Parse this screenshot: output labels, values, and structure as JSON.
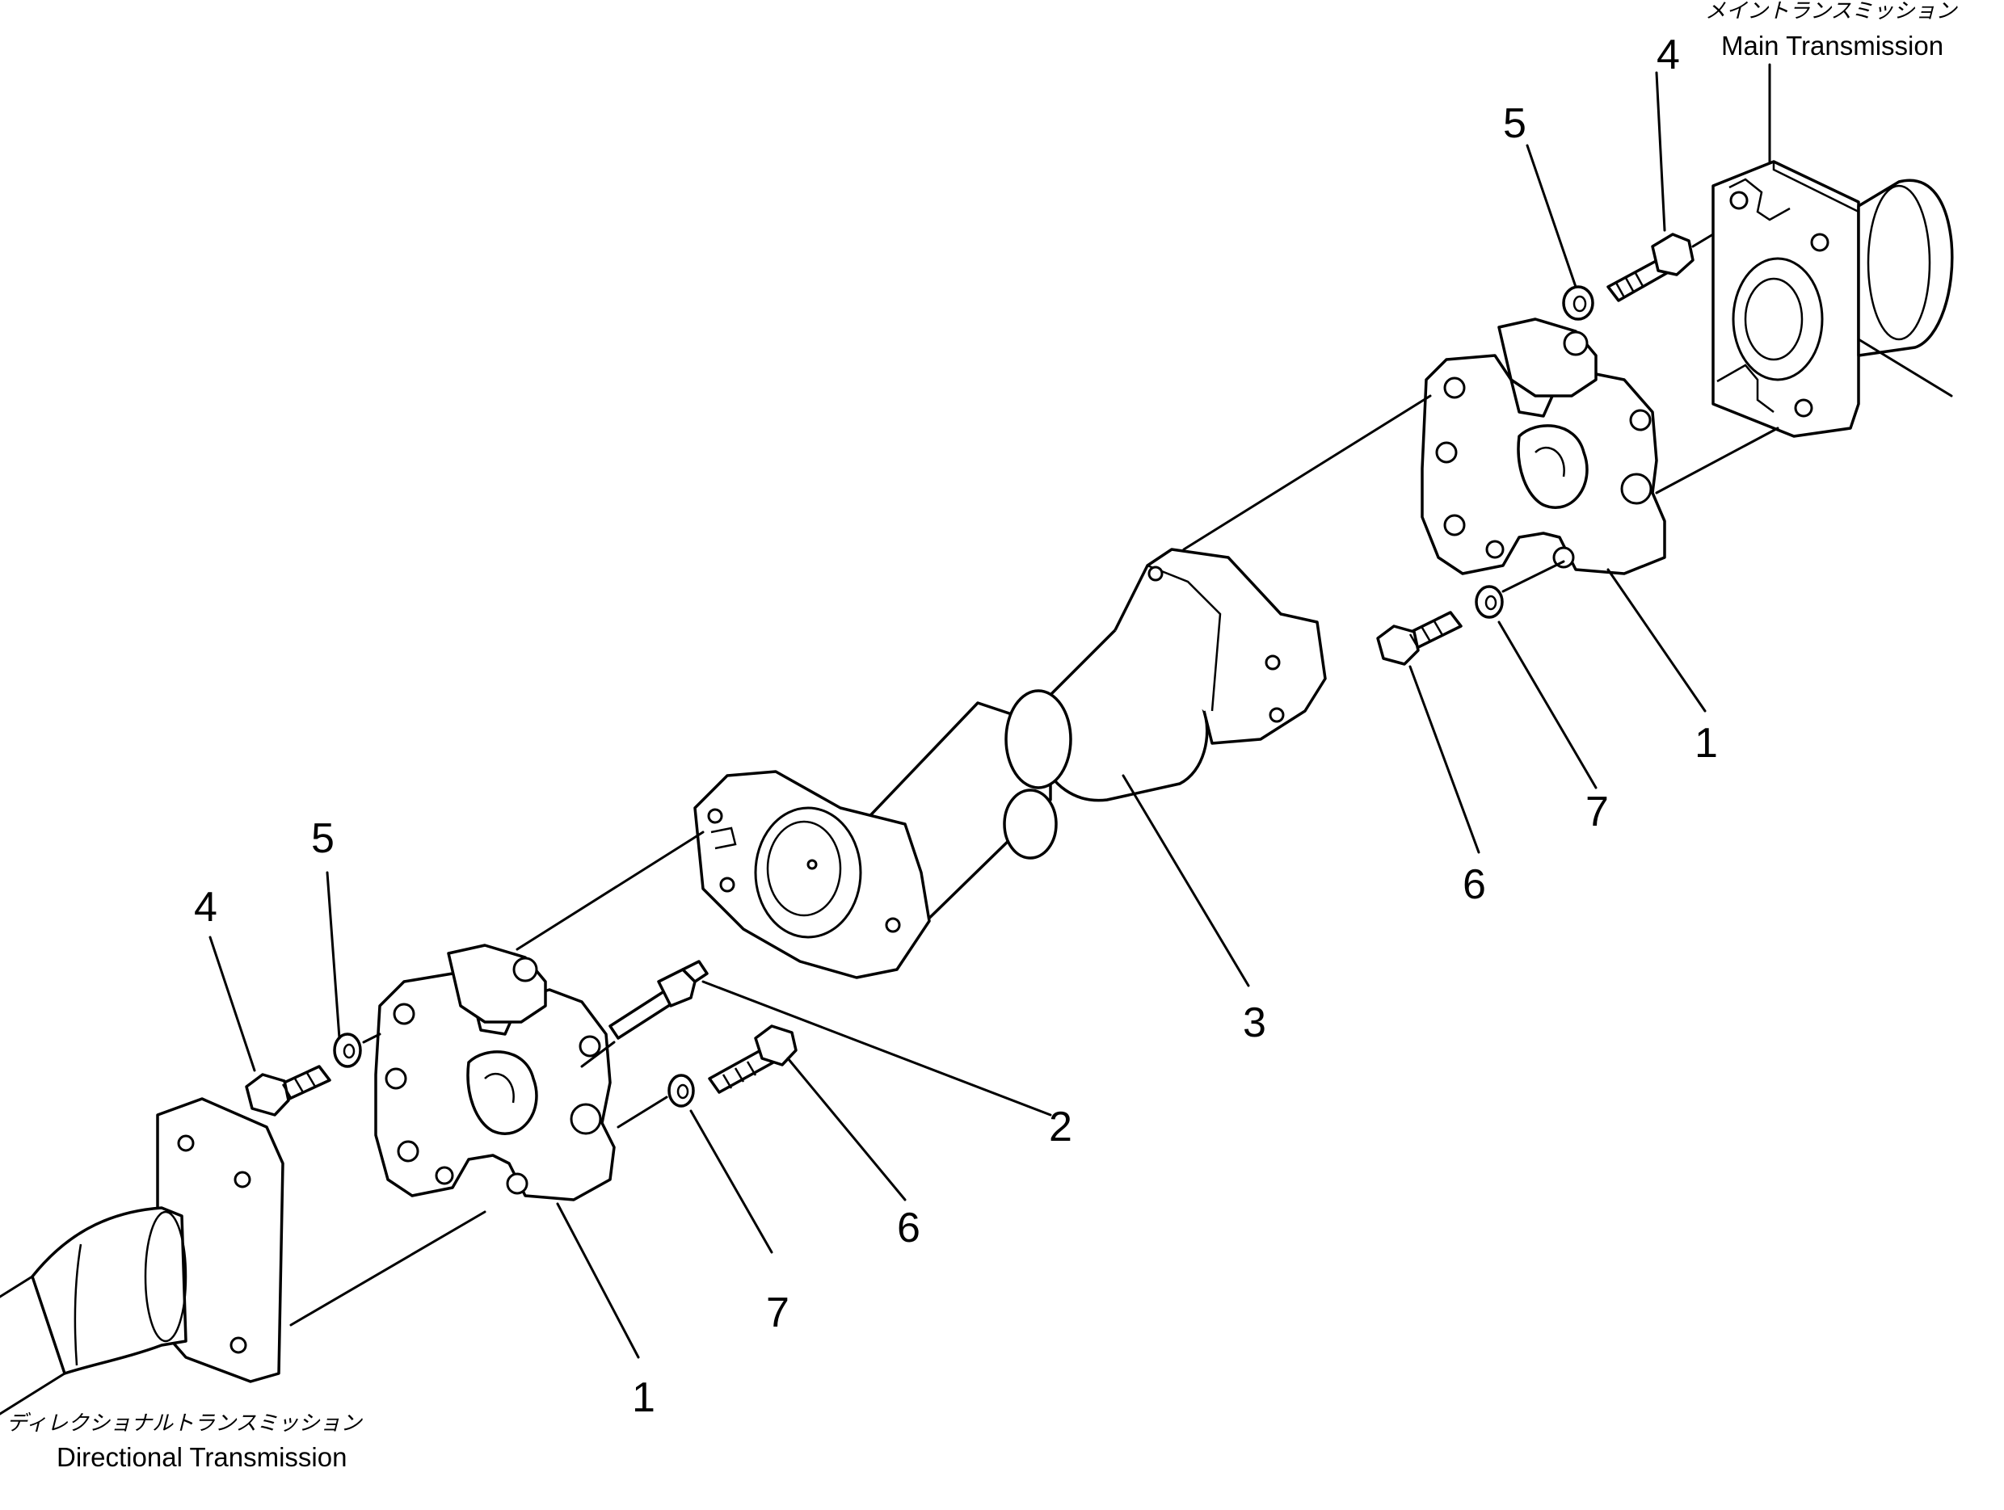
{
  "captions": {
    "main_jp": "メイントランスミッション",
    "main_en": "Main Transmission",
    "directional_jp": "ディレクショナルトランスミッション",
    "directional_en": "Directional Transmission"
  },
  "callouts": {
    "c1_right": "1",
    "c1_left": "1",
    "c2": "2",
    "c3": "3",
    "c4_right": "4",
    "c4_left": "4",
    "c5_right": "5",
    "c5_left": "5",
    "c6_right": "6",
    "c6_left": "6",
    "c7_right": "7",
    "c7_left": "7"
  }
}
